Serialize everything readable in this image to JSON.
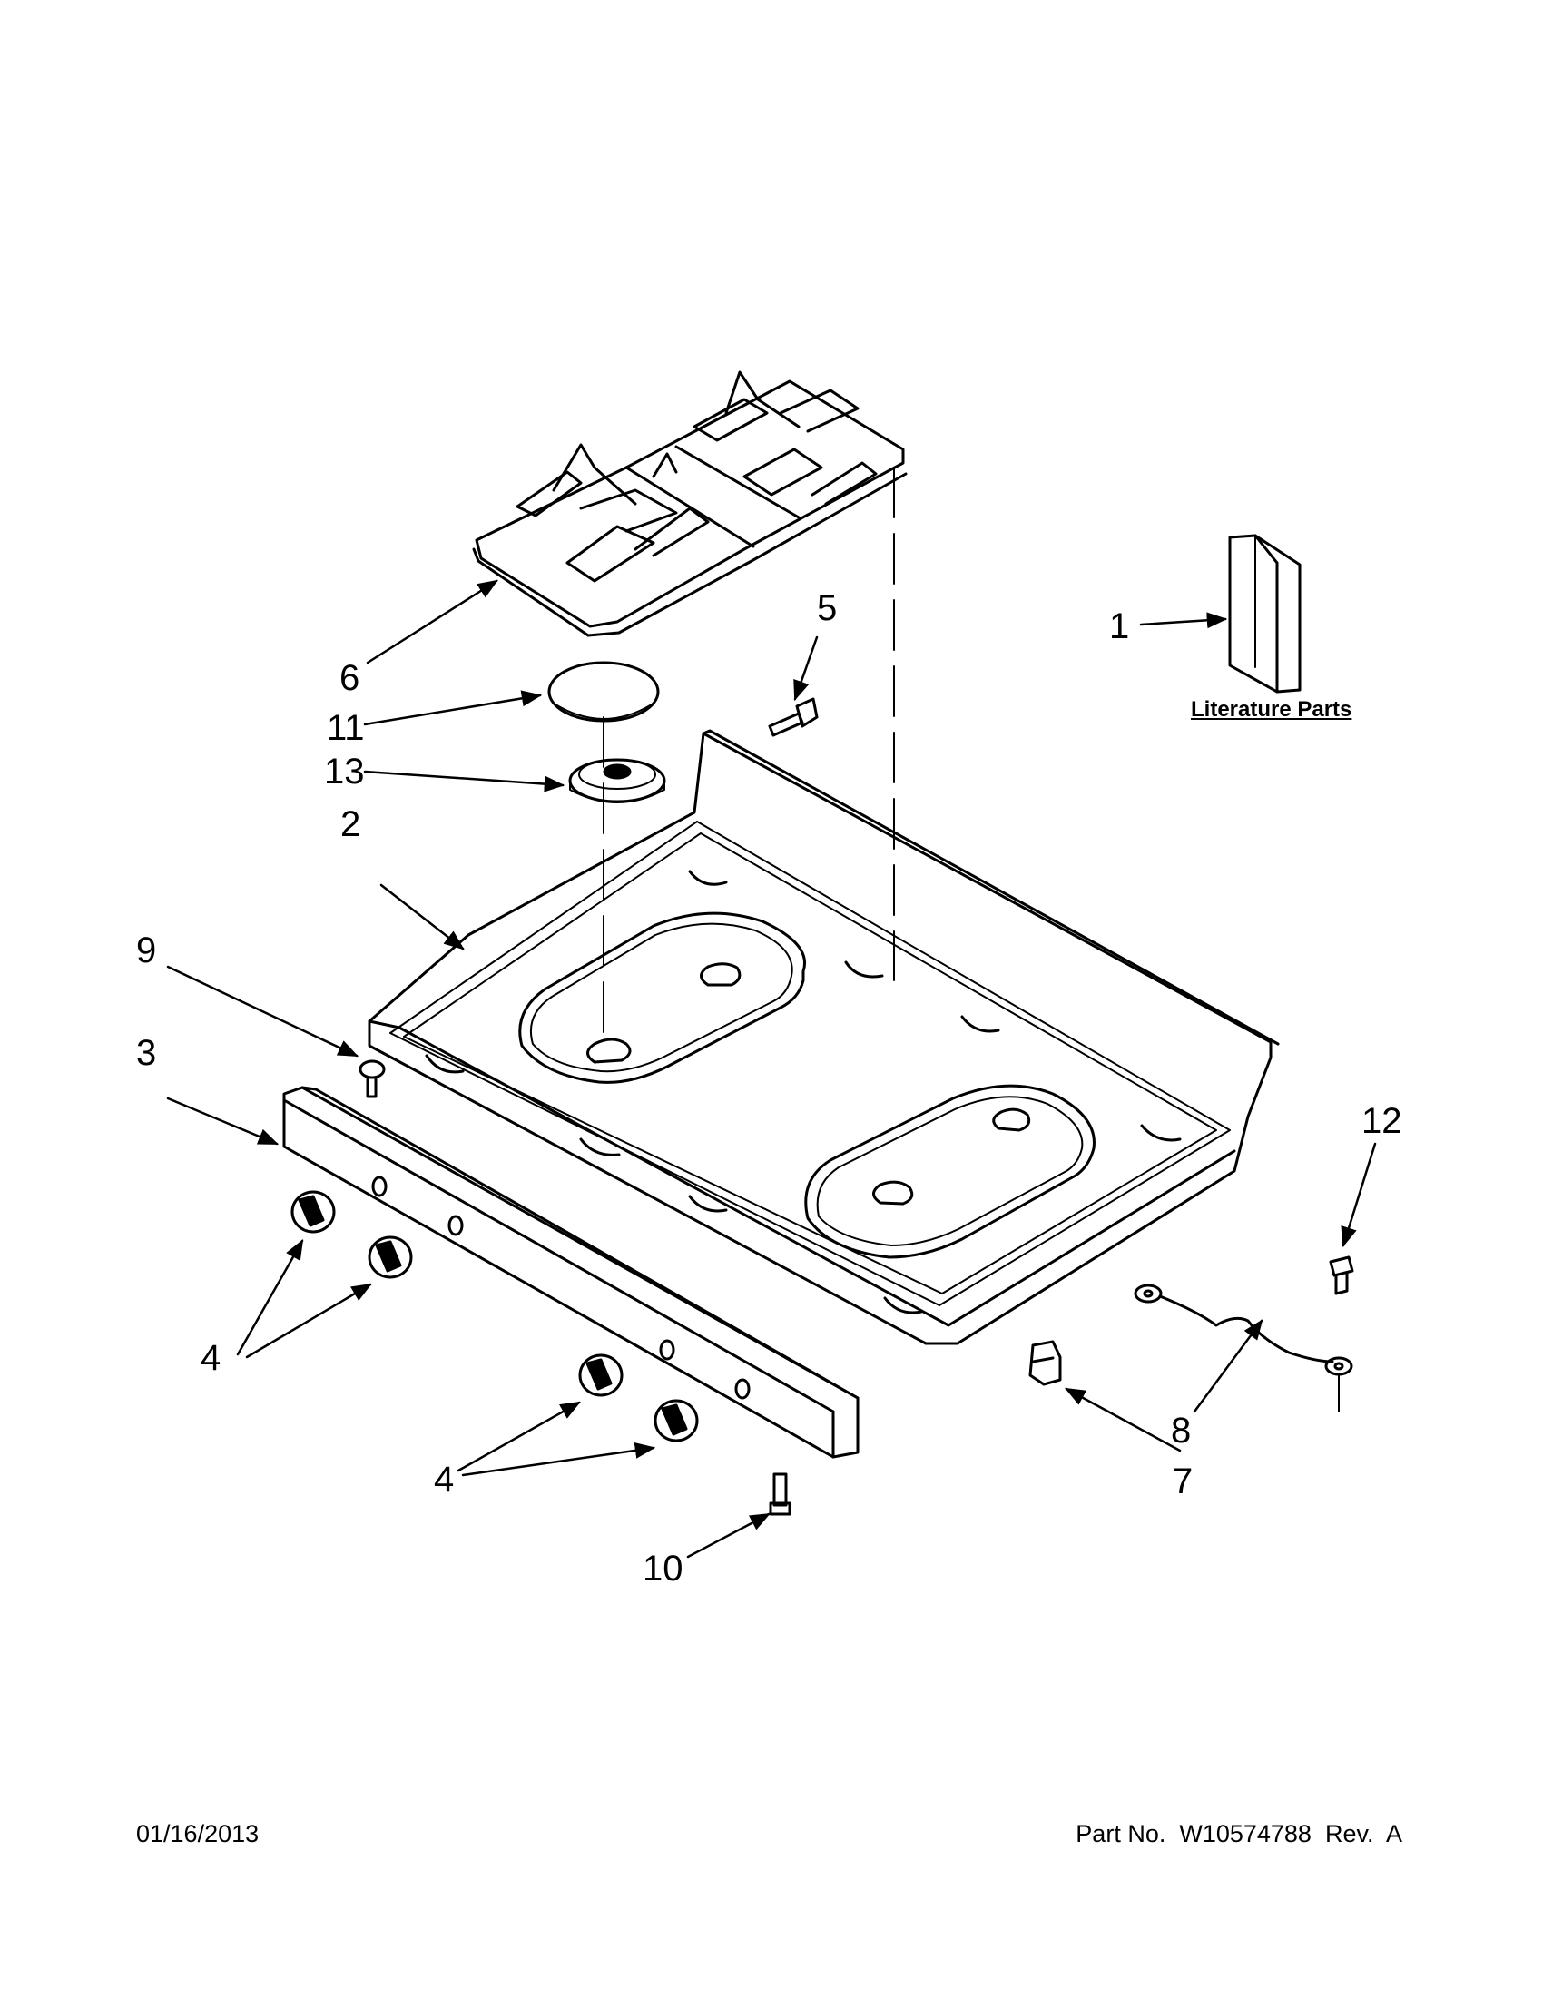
{
  "callouts": {
    "c1": "1",
    "c2": "2",
    "c3": "3",
    "c4a": "4",
    "c4b": "4",
    "c5": "5",
    "c6": "6",
    "c7": "7",
    "c8": "8",
    "c9": "9",
    "c10": "10",
    "c11": "11",
    "c12": "12",
    "c13": "13"
  },
  "literature_label": "Literature Parts",
  "footer": {
    "date": "01/16/2013",
    "part_number": "Part No.  W10574788  Rev.  A"
  }
}
